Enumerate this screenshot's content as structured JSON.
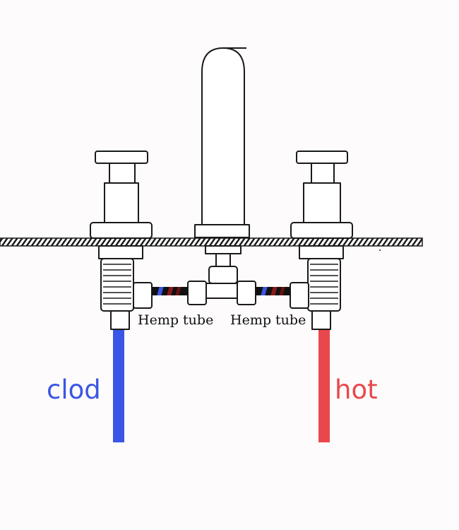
{
  "labels": {
    "hemp_left": "Hemp tube",
    "hemp_right": "Hemp tube",
    "cold": "clod",
    "hot": "hot"
  },
  "colors": {
    "cold": "#3b55e6",
    "hot": "#e8484b",
    "outline": "#1a1a1a",
    "fill": "#ffffff",
    "background": "#fdfbfb"
  }
}
